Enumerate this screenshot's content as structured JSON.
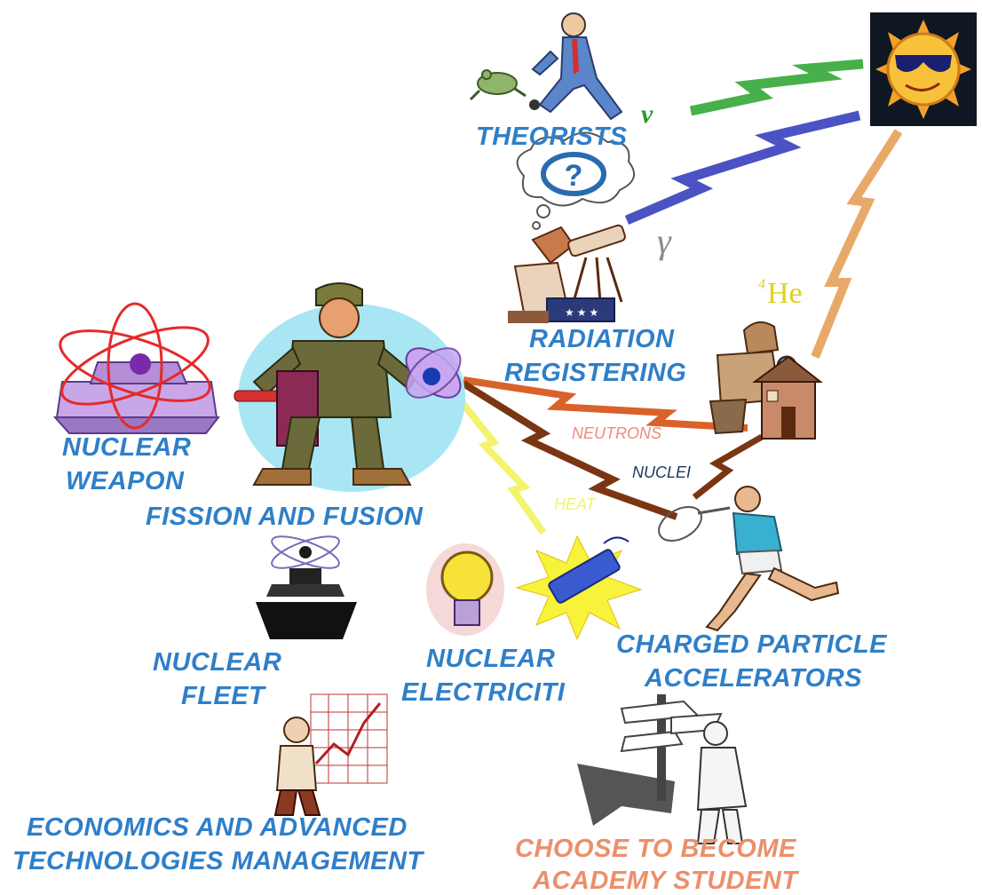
{
  "labels": {
    "theorists": "THEORISTS",
    "radiation_1": "RADIATION",
    "radiation_2": "REGISTERING",
    "nuclear_weapon_1": "NUCLEAR",
    "nuclear_weapon_2": "WEAPON",
    "fission_fusion": "FISSION AND FUSION",
    "nuclear_fleet_1": "NUCLEAR",
    "nuclear_fleet_2": "FLEET",
    "nuclear_electricity_1": "NUCLEAR",
    "nuclear_electricity_2": "ELECTRICITI",
    "charged_1": "CHARGED PARTICLE",
    "charged_2": "ACCELERATORS",
    "economics_1": "ECONOMICS AND ADVANCED",
    "economics_2": "TECHNOLOGIES MANAGEMENT",
    "academy_1": "CHOOSE TO BECOME",
    "academy_2": "ACADEMY STUDENT"
  },
  "rays": {
    "neutrons": "NEUTRONS",
    "nuclei": "NUCLEI",
    "heat": "HEAT",
    "neutrino": "ν",
    "gamma": "γ",
    "helium": "He",
    "helium_mass": "4"
  },
  "icons": [
    "sun-with-sunglasses-icon",
    "theorist-man-icon",
    "frog-icon",
    "thought-cloud-icon",
    "question-mark-icon",
    "astronomer-telescope-icon",
    "detective-house-icon",
    "atom-tank-icon",
    "worker-holding-atom-icon",
    "atom-ship-icon",
    "light-bulb-icon",
    "firecracker-icon",
    "runner-with-net-icon",
    "economist-chart-icon",
    "signpost-student-icon"
  ],
  "colors": {
    "label_blue": "#2f7fc8",
    "label_orange": "#ec8f6a",
    "ray_green": "#47b04a",
    "ray_blue": "#4a52c4",
    "ray_tan": "#e8a968",
    "ray_orange": "#d9622b",
    "ray_brown": "#7a3512",
    "ray_yellow": "#f3f36d"
  }
}
